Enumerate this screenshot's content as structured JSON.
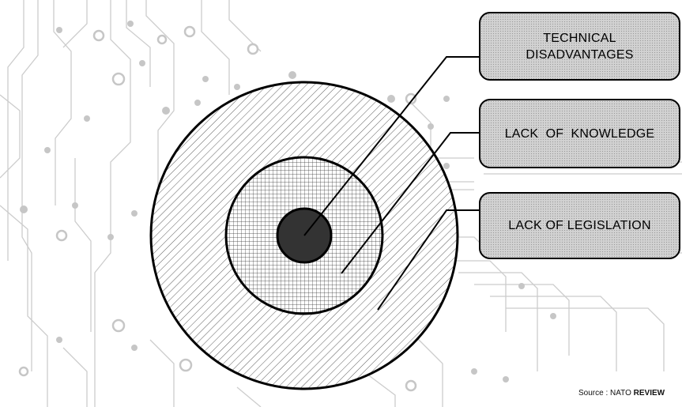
{
  "callouts": {
    "technical": {
      "line1": "TECHNICAL",
      "line2": "DISADVANTAGES"
    },
    "knowledge": {
      "label": "LACK  OF  KNOWLEDGE"
    },
    "legislation": {
      "label": "LACK OF LEGISLATION"
    }
  },
  "source": {
    "prefix": "Source : NATO ",
    "emphasis": "REVIEW"
  },
  "colors": {
    "outline": "#000000",
    "core_fill": "#333333",
    "callout_fill": "#d2d2d2",
    "circuit": "#bdbdbd"
  }
}
